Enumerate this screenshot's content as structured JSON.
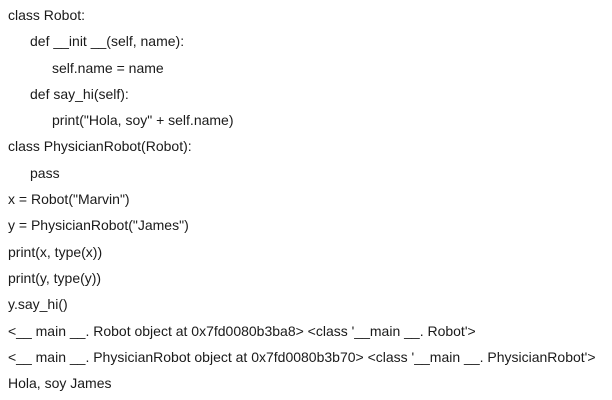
{
  "page": {
    "background_color": "#ffffff",
    "text_color": "#1a1a1a"
  },
  "code": {
    "language": "python",
    "lines": [
      {
        "text": "class Robot:"
      },
      {
        "text": "def __init __(self, name):"
      },
      {
        "text": "self.name = name"
      },
      {
        "text": "def say_hi(self):"
      },
      {
        "text": "print(\"Hola, soy\" + self.name)"
      },
      {
        "text": "class PhysicianRobot(Robot):"
      },
      {
        "text": "pass"
      },
      {
        "text": "x = Robot(\"Marvin\")"
      },
      {
        "text": "y = PhysicianRobot(\"James\")"
      },
      {
        "text": "print(x, type(x))"
      },
      {
        "text": "print(y, type(y))"
      },
      {
        "text": "y.say_hi()"
      },
      {
        "text": "<__ main __. Robot object at 0x7fd0080b3ba8> <class '__main __. Robot'>"
      },
      {
        "text": "<__ main __. PhysicianRobot object at 0x7fd0080b3b70> <class '__main __. PhysicianRobot'>"
      },
      {
        "text": "Hola, soy James"
      }
    ]
  }
}
